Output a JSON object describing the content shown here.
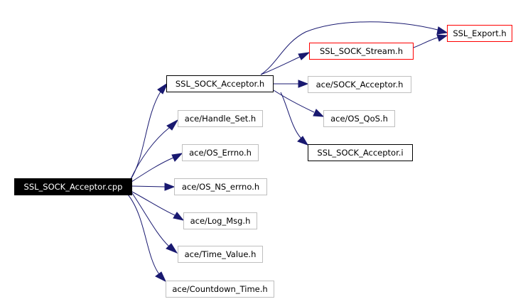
{
  "nodes": {
    "root": "SSL_SOCK_Acceptor.cpp",
    "ssl_sock_acceptor_h": "SSL_SOCK_Acceptor.h",
    "handle_set": "ace/Handle_Set.h",
    "os_errno": "ace/OS_Errno.h",
    "os_ns_errno": "ace/OS_NS_errno.h",
    "log_msg": "ace/Log_Msg.h",
    "time_value": "ace/Time_Value.h",
    "countdown_time": "ace/Countdown_Time.h",
    "ssl_sock_stream": "SSL_SOCK_Stream.h",
    "ace_sock_acceptor": "ace/SOCK_Acceptor.h",
    "os_qos": "ace/OS_QoS.h",
    "ssl_sock_acceptor_i": "SSL_SOCK_Acceptor.i",
    "ssl_export": "SSL_Export.h"
  },
  "colors": {
    "edge": "#191970",
    "root_fill": "#000000",
    "documented_border": "#000000",
    "external_border": "#bfbfbf",
    "highlight_border": "#ff0000"
  }
}
